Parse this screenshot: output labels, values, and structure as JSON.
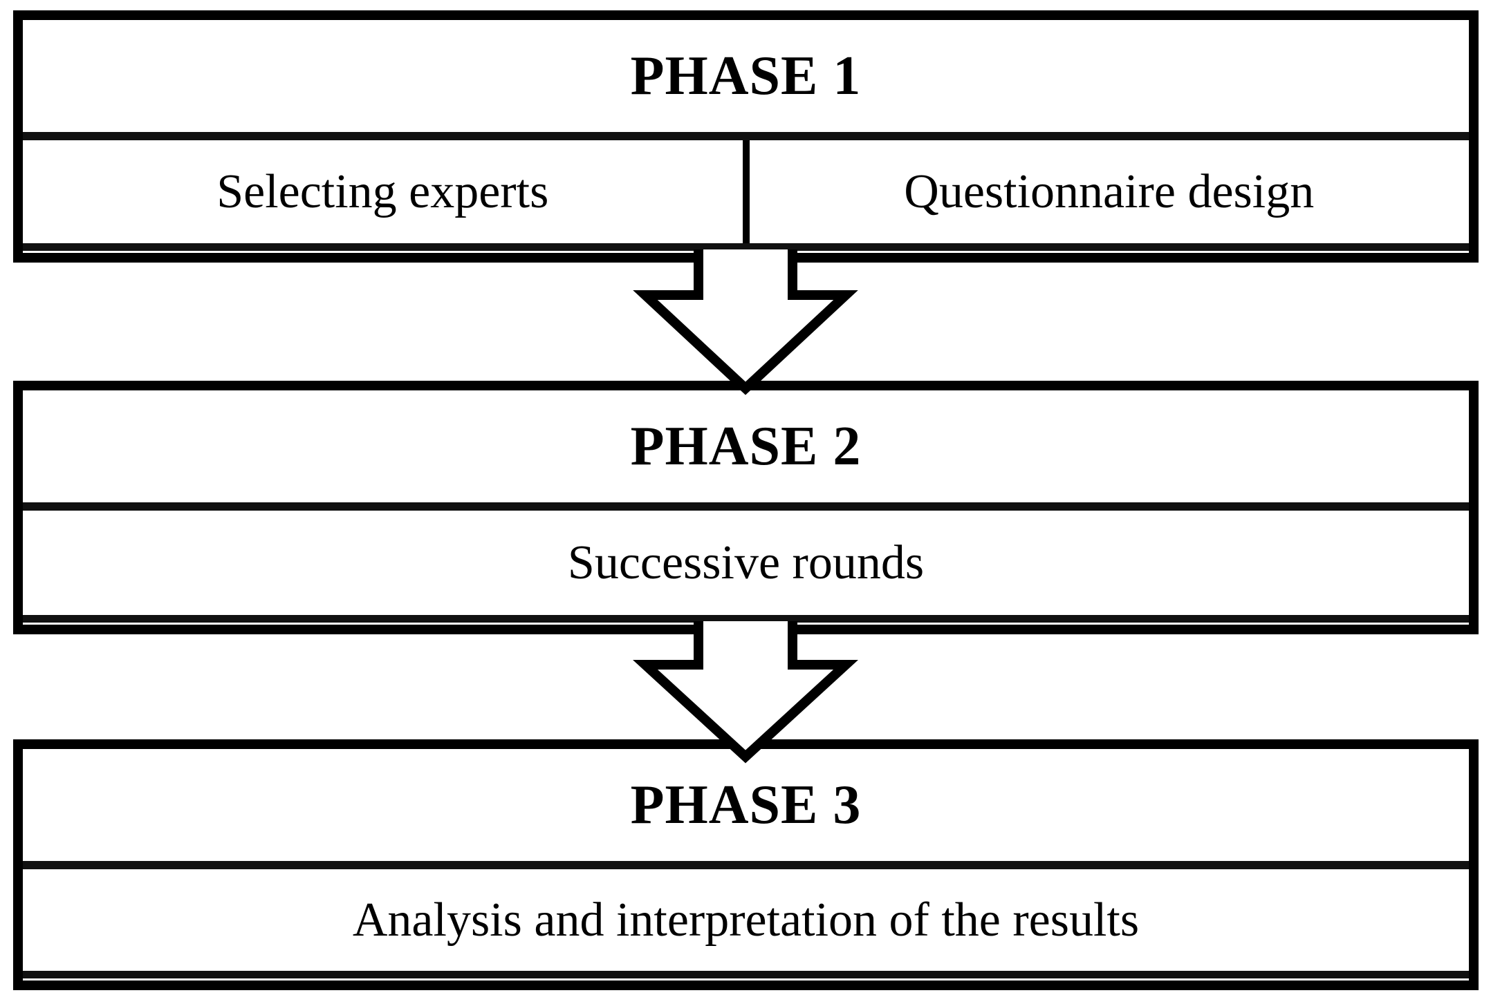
{
  "diagram": {
    "phases": [
      {
        "title": "PHASE 1",
        "items": [
          "Selecting experts",
          "Questionnaire design"
        ]
      },
      {
        "title": "PHASE 2",
        "items": [
          "Successive rounds"
        ]
      },
      {
        "title": "PHASE 3",
        "items": [
          "Analysis and interpretation of the results"
        ]
      }
    ],
    "arrows": [
      {
        "icon": "down-arrow-icon"
      },
      {
        "icon": "down-arrow-icon"
      }
    ],
    "colors": {
      "border": "#000000",
      "inner_border": "#111111",
      "background": "#ffffff",
      "text": "#000000"
    }
  }
}
